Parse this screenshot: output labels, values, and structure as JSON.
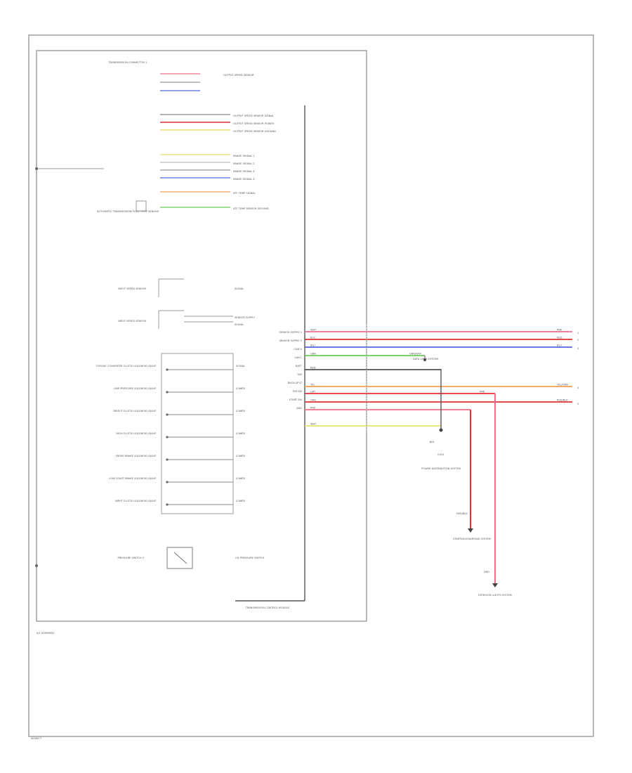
{
  "diagram": {
    "footer_code": "W50677",
    "assembly_label": "A/T ASSEMBLY",
    "transmission_connector_label": "TRANSMISSION CONNECTOR 1",
    "tcm_label": "TRANSMISSION CONTROL MODULE",
    "output_speed_sensor_label": "OUTPUT SPEED SENSOR",
    "fluid_temp_sensor_label": "AUTOMATIC TRANSMISSION FLUID TEMP SENSOR",
    "input_speed_sensor_1_label": "INPUT SPEED SENSOR",
    "input_speed_sensor_2_label": "INPUT SPEED SENSOR",
    "solenoids": [
      "TORQUE CONVERTER CLUTCH SOLENOID VALVE",
      "LINE PRESSURE SOLENOID VALVE",
      "DIRECT CLUTCH SOLENOID VALVE",
      "HIGH CLUTCH SOLENOID VALVE",
      "FRONT BRAKE SOLENOID VALVE",
      "LOW COAST BRAKE SOLENOID VALVE",
      "INPUT CLUTCH SOLENOID VALVE"
    ],
    "solenoid_pins": [
      "SIGNAL",
      "LOWER",
      "LOWER",
      "LOWER",
      "LOWER",
      "LOWER",
      "LOWER"
    ],
    "pressure_switch_label": "PRESSURE SWITCH 3",
    "pressure_switch_pin": "OIL PRESSURE SWITCH",
    "speed_sensor_pins": [
      "OUTPUT SPEED SENSOR SIGNAL",
      "OUTPUT SPEED SENSOR POWER",
      "OUTPUT SPEED SENSOR GROUND"
    ],
    "range_pins": [
      "RANGE SIGNAL 1",
      "RANGE SIGNAL 2",
      "RANGE SIGNAL 3",
      "RANGE SIGNAL 4"
    ],
    "atf_pins": [
      "ATF TEMP SIGNAL",
      "ATF TEMP SENSOR GROUND"
    ],
    "input_pins": [
      "SIGNAL",
      "SENSOR SUPPLY",
      "SIGNAL"
    ],
    "tcm_pins": [
      "SENSOR SUPPLY 1",
      "SENSOR SUPPLY 2",
      "CAN H",
      "CAN L",
      "BATT",
      "IGN",
      "BACK-UP LT",
      "P/N SW",
      "START SW",
      "GND"
    ],
    "wire_colors_left": [
      "WHT",
      "BLK",
      "BLU",
      "GRN",
      "RED",
      "YEL",
      "GRY",
      "ORG",
      "PNK"
    ],
    "right_wire_labels": [
      "PNK",
      "RED",
      "BLU",
      "GRN/WHT",
      "YEL/ORN",
      "PNK",
      "RED/BLK"
    ],
    "data_link_label": "DATA LINES SYSTEM",
    "ground_label": "G101",
    "pdu_label": "POWER DISTRIBUTION SYSTEM",
    "starting_label": "STARTING/CHARGING SYSTEM",
    "exterior_lights_label": "EXTERIOR LIGHTS SYSTEM",
    "ground_wire_label": "BLK",
    "starting_wire_label": "RED/BLK",
    "exterior_wire_label": "RED",
    "edge_markers": [
      "1",
      "2",
      "3",
      "4",
      "5"
    ]
  },
  "colors": {
    "pink": "#f26d8a",
    "red": "#e03030",
    "blue": "#5566dd",
    "green": "#66cc55",
    "yellow": "#e8e070",
    "orange": "#f0a050",
    "gray": "#999999"
  }
}
